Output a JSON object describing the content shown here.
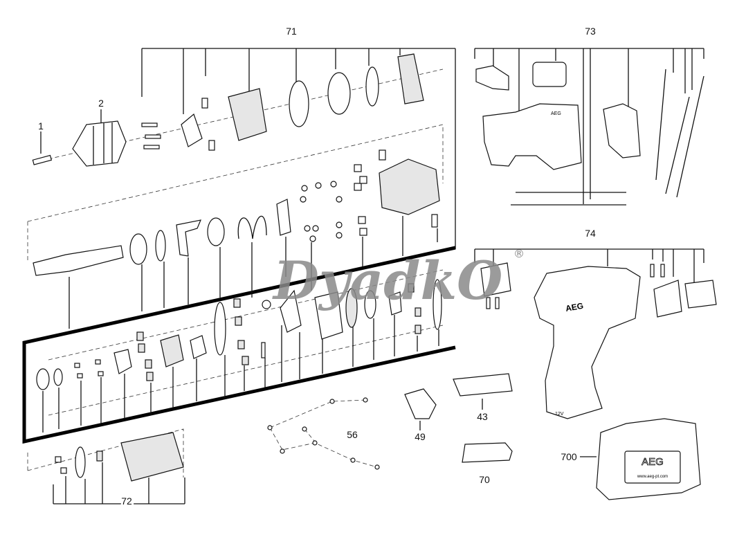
{
  "title": "Exploded parts diagram",
  "watermark": {
    "text": "DyadkO",
    "mark": "®"
  },
  "labels": {
    "p1": "1",
    "p2": "2",
    "p71": "71",
    "p73": "73",
    "p74": "74",
    "p43": "43",
    "p49": "49",
    "p56": "56",
    "p70": "70",
    "p72": "72",
    "p700": "700"
  },
  "case": {
    "brand": "AEG",
    "url": "www.aeg-pt.com"
  },
  "drill": {
    "brand": "AEG",
    "voltage": "12V"
  },
  "switch_brand": "AEG"
}
